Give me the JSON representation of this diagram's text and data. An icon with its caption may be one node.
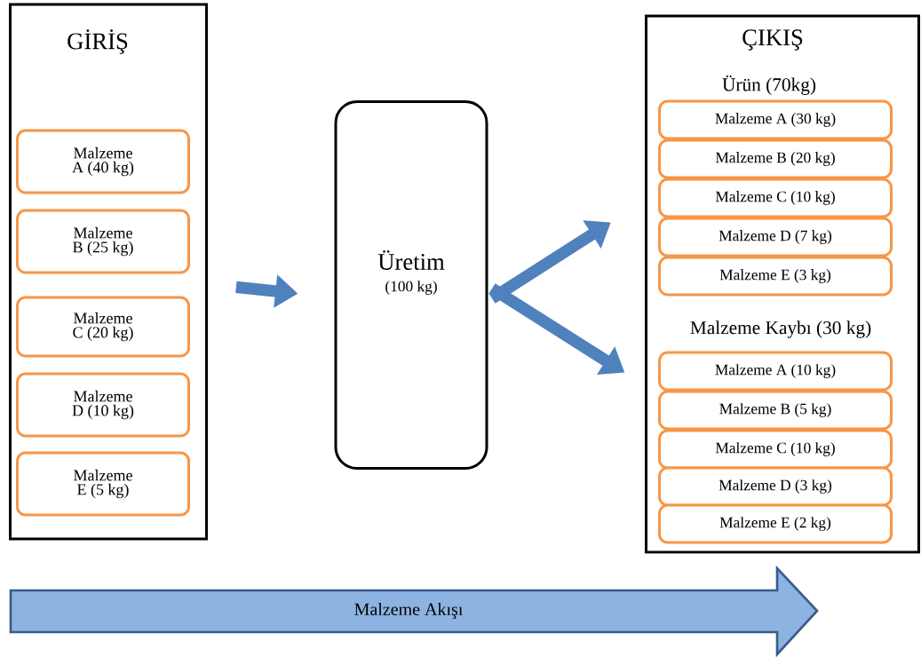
{
  "diagram": {
    "nodes": [
      {
        "text": [
          "GİRİŞ"
        ]
      },
      {
        "text": [
          "Malzeme A (40 kg)"
        ],
        "in": 0
      },
      {
        "text": [
          "Malzeme B (25 kg)"
        ],
        "in": 0
      },
      {
        "text": [
          "Malzeme C (20 kg)"
        ],
        "in": 0
      },
      {
        "text": [
          "Malzeme D (10 kg)"
        ],
        "in": 0
      },
      {
        "text": [
          "Malzeme E (5 kg)"
        ],
        "in": 0
      },
      {
        "text": [
          "Üretim",
          "(100 kg)"
        ]
      },
      {
        "text": [
          "ÇIKIŞ",
          "Ürün (70kg)",
          "Malzeme Kaybı (30 kg)"
        ]
      },
      {
        "text": [
          "Malzeme A (30 kg)"
        ],
        "in": 7
      },
      {
        "text": [
          "Malzeme B (20 kg)"
        ],
        "in": 7
      },
      {
        "text": [
          "Malzeme C (10 kg)"
        ],
        "in": 7
      },
      {
        "text": [
          "Malzeme D (7 kg)"
        ],
        "in": 7
      },
      {
        "text": [
          "Malzeme E (3 kg)"
        ],
        "in": 7
      },
      {
        "text": [
          "Malzeme A (10 kg)"
        ],
        "in": 7
      },
      {
        "text": [
          "Malzeme B (5 kg)"
        ],
        "in": 7
      },
      {
        "text": [
          "Malzeme C (10 kg)"
        ],
        "in": 7
      },
      {
        "text": [
          "Malzeme D (3 kg)"
        ],
        "in": 7
      },
      {
        "text": [
          "Malzeme E (2 kg)"
        ],
        "in": 7
      }
    ],
    "edges": [
      {
        "from": 0,
        "to": 6,
        "arrow": "to"
      },
      {
        "from": 6,
        "to": 7,
        "arrow": "to"
      },
      {
        "from": 6,
        "to": 7,
        "arrow": "to"
      }
    ],
    "labels": [
      "Malzeme Akışı"
    ]
  }
}
